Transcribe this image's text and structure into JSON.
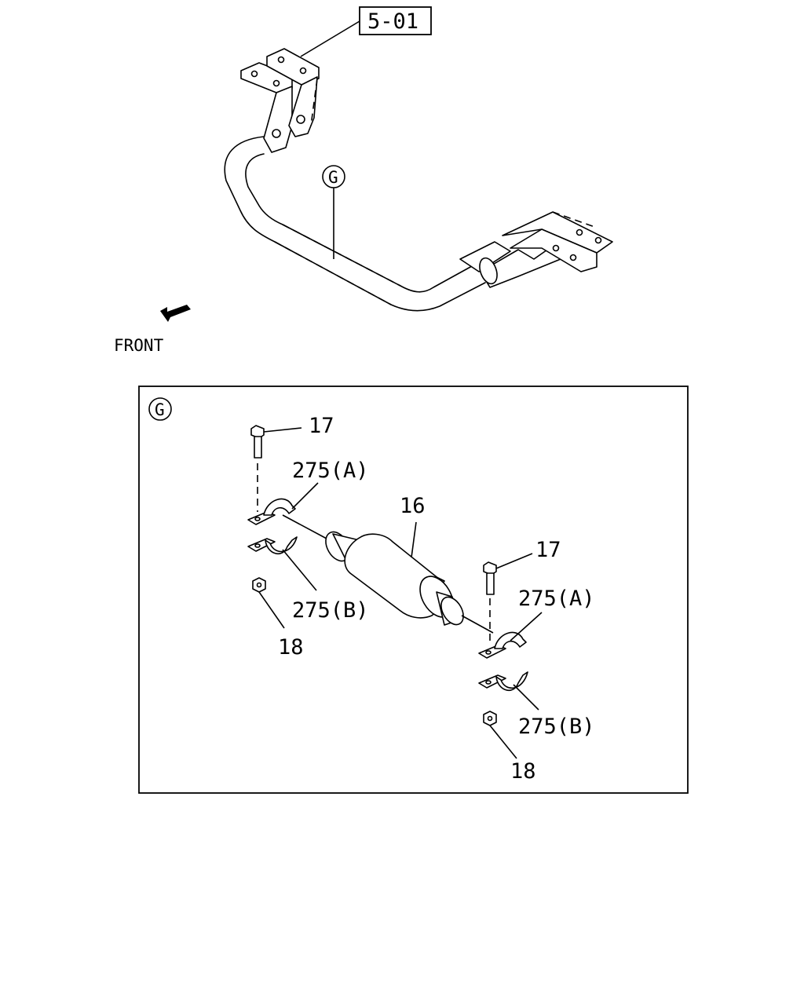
{
  "diagram": {
    "ref_box_label": "5-01",
    "detail_marker": "G",
    "front_label": "FRONT",
    "detail_title_marker": "G",
    "callouts": {
      "bolt_left": "17",
      "clamp_a_left": "275(A)",
      "bushing": "16",
      "clamp_b_left": "275(B)",
      "nut_left": "18",
      "bolt_right": "17",
      "clamp_a_right": "275(A)",
      "clamp_b_right": "275(B)",
      "nut_right": "18"
    }
  }
}
